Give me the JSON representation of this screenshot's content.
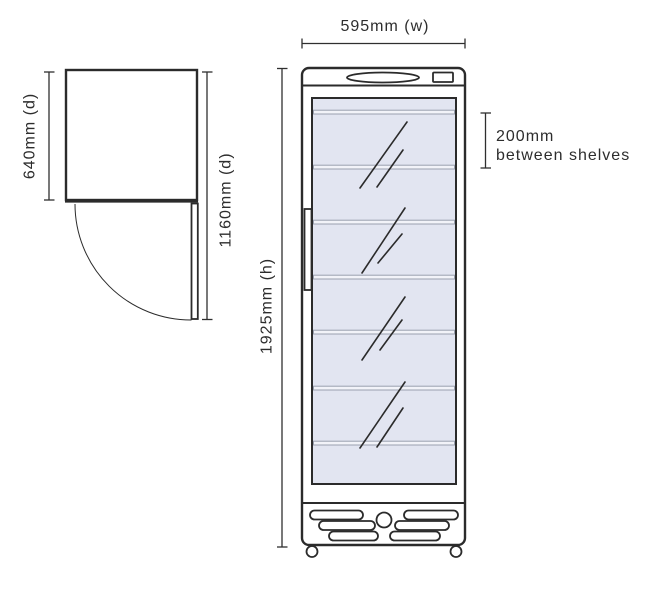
{
  "diagram": {
    "type": "product-dimension-diagram",
    "subject": "upright single glass door display fridge, top view and front view",
    "dimensions": {
      "width_label": "595mm (w)",
      "cabinet_depth_label": "640mm (d)",
      "door_open_depth_label": "1160mm (d)",
      "height_label": "1925mm (h)",
      "shelf_spacing_label_line1": "200mm",
      "shelf_spacing_label_line2": "between shelves"
    },
    "shelf_count": 7,
    "colors": {
      "line": "#2b2b2b",
      "text": "#2d2d2d",
      "glass_fill": "#e2e5f1",
      "shelf_line": "#9aa0af",
      "background": "#ffffff"
    }
  }
}
